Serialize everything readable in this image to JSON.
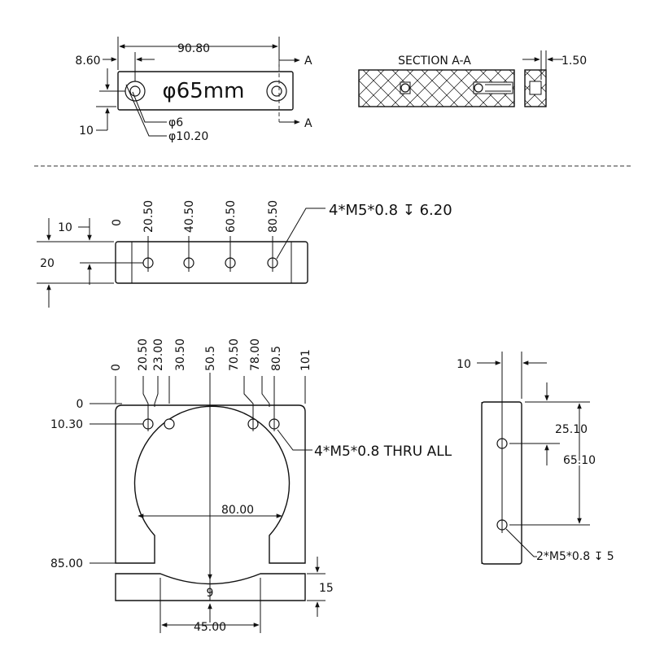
{
  "top_view": {
    "title": "φ65mm",
    "dim_width": "90.80",
    "dim_hole_offset": "8.60",
    "dim_edge": "10",
    "hole_inner": "φ6",
    "hole_outer": "φ10.20",
    "section_mark_top": "A",
    "section_mark_bottom": "A"
  },
  "section_view": {
    "title": "SECTION A-A",
    "dim_depth": "1.50"
  },
  "side_view": {
    "x_ticks": [
      "0",
      "20.50",
      "40.50",
      "60.50",
      "80.50"
    ],
    "dim_top": "10",
    "dim_height": "20",
    "callout": "4*M5*0.8 ↧ 6.20"
  },
  "front_view": {
    "x_ticks": [
      "0",
      "20.50",
      "23.00",
      "30.50",
      "50.5",
      "70.50",
      "78.00",
      "80.5",
      "101"
    ],
    "y_top": "0",
    "y_hole": "10.30",
    "y_bottom": "85.00",
    "dim_bore": "80.00",
    "callout": "4*M5*0.8 THRU ALL",
    "dim_center": "9",
    "dim_clamp_height": "15",
    "dim_clamp_width": "45.00"
  },
  "end_view": {
    "dim_top": "10",
    "dim_hole_y": "25.10",
    "dim_spacing": "65.10",
    "callout": "2*M5*0.8 ↧ 5"
  }
}
